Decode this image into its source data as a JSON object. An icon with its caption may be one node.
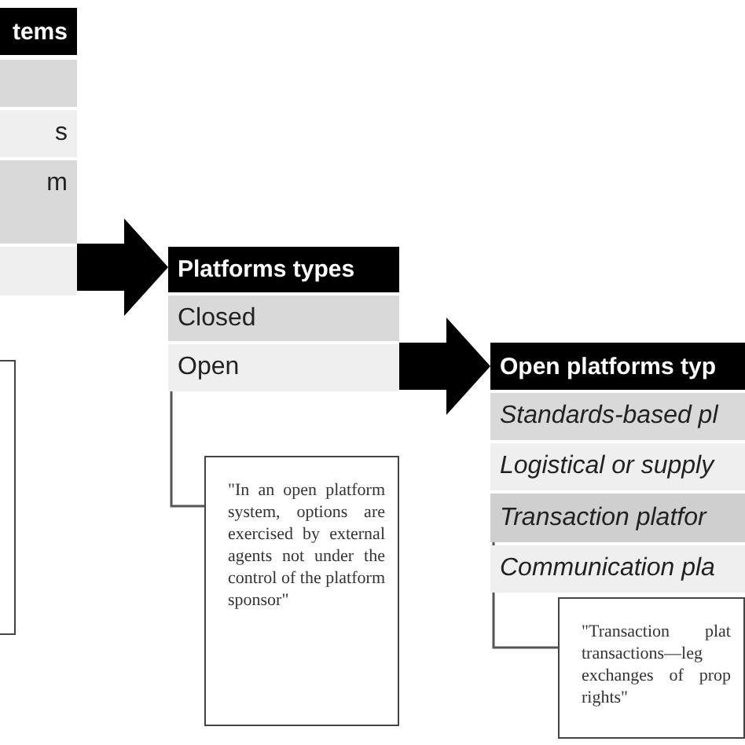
{
  "diagram": {
    "nodes": [
      {
        "text": [],
        "shape": "box"
      },
      {
        "text": [
          "tems"
        ],
        "in": 0
      },
      {
        "text": [],
        "shape": "box",
        "in": 0
      },
      {
        "text": [
          "s"
        ],
        "in": 0
      },
      {
        "text": [
          "m"
        ],
        "in": 0
      },
      {
        "text": [],
        "shape": "box",
        "in": 0
      },
      {
        "text": [],
        "shape": "box"
      },
      {
        "text": [],
        "shape": "box"
      },
      {
        "text": [
          "Platforms types"
        ],
        "in": 7
      },
      {
        "text": [
          "Closed"
        ],
        "in": 7
      },
      {
        "text": [
          "Open"
        ],
        "in": 7
      },
      {
        "text": [
          "\"In an open platform system, options are exercised by external agents not under the control of the platform sponsor\""
        ]
      },
      {
        "text": [],
        "shape": "box"
      },
      {
        "text": [
          "Open platforms typ"
        ],
        "in": 12
      },
      {
        "text": [
          "Standards-based pl"
        ],
        "in": 12
      },
      {
        "text": [
          "Logistical or supply"
        ],
        "in": 12
      },
      {
        "text": [
          "Transaction platfor"
        ],
        "in": 12
      },
      {
        "text": [
          "Communication pla"
        ],
        "in": 12
      },
      {
        "text": [
          "\"Transaction plat transactions—leg exchanges of prop rights\""
        ]
      }
    ],
    "edges": [
      {
        "from": 0,
        "to": 7,
        "arrow": "to",
        "style": "thick"
      },
      {
        "from": 7,
        "to": 12,
        "arrow": "to",
        "style": "thick"
      },
      {
        "from": 10,
        "to": 11,
        "arrow": "none"
      },
      {
        "from": 16,
        "to": 18,
        "arrow": "none"
      }
    ]
  }
}
